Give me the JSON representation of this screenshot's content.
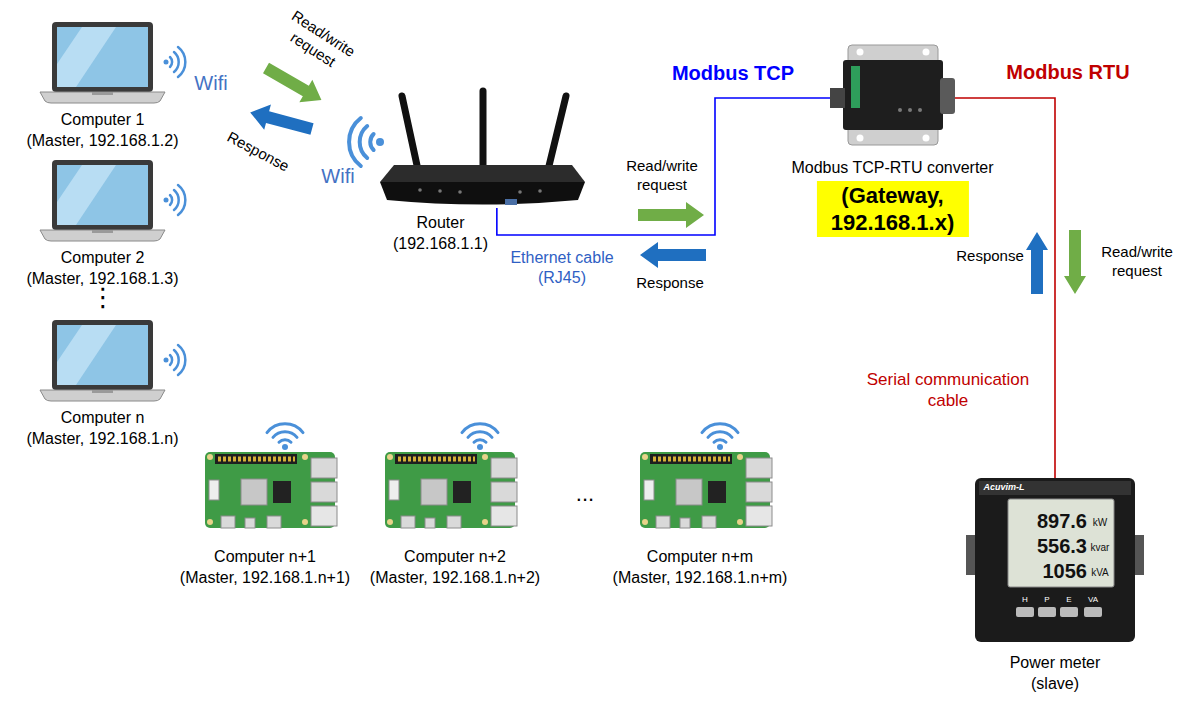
{
  "diagram": {
    "nodes": [
      {
        "text": [
          "Computer 1",
          "(Master, 192.168.1.2)"
        ]
      },
      {
        "text": [
          "Computer 2",
          "(Master, 192.168.1.3)"
        ]
      },
      {
        "text": [
          "Computer n",
          "(Master, 192.168.1.n)"
        ]
      },
      {
        "text": [
          "Router",
          "(192.168.1.1)"
        ]
      },
      {
        "text": [
          "Modbus TCP-RTU converter",
          "(Gateway, 192.168.1.x)"
        ]
      },
      {
        "text": [
          "Computer n+1",
          "(Master, 192.168.1.n+1)"
        ]
      },
      {
        "text": [
          "Computer n+2",
          "(Master, 192.168.1.n+2)"
        ]
      },
      {
        "text": [
          "Computer n+m",
          "(Master, 192.168.1.n+m)"
        ]
      },
      {
        "text": [
          "Power meter",
          "(slave)"
        ]
      }
    ],
    "edges": [
      {
        "from": 3,
        "to": 4,
        "arrow": "none",
        "label": "Ethernet cable (RJ45)"
      },
      {
        "from": 4,
        "to": 8,
        "arrow": "none",
        "label": "Serial communication cable"
      }
    ],
    "labels": [
      "Read/write request",
      "Response",
      "Wifi",
      "Wifi",
      "⋮",
      "Modbus TCP",
      "Modbus RTU",
      "Read/write request",
      "Response",
      "Response",
      "Read/write request",
      "...",
      "Acuvim-L",
      "897.6",
      "kW",
      "556.3",
      "kvar",
      "1056",
      "kVA",
      "H",
      "P",
      "E",
      "VA"
    ]
  }
}
